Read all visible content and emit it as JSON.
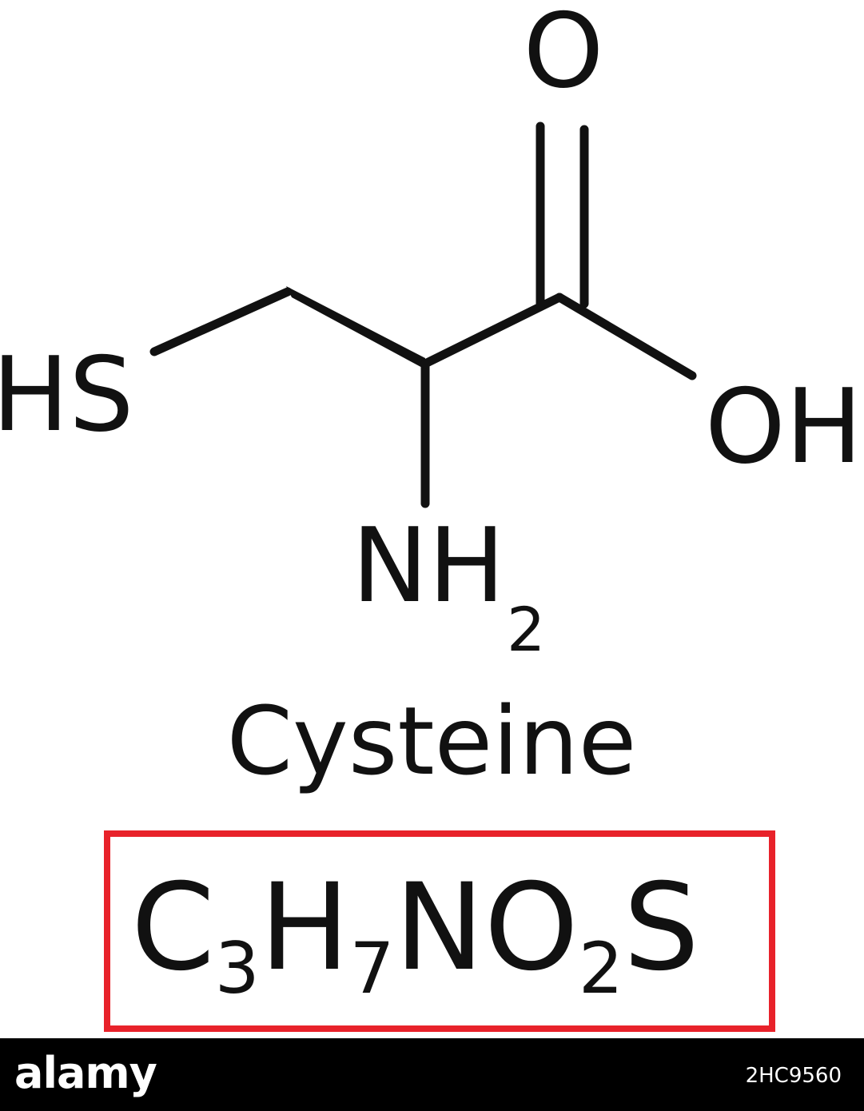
{
  "molecule": {
    "atoms": {
      "oxygen_top": "O",
      "hs_label": "HS",
      "oh_label": "OH",
      "amine_n": "NH",
      "amine_sub": "2"
    },
    "name": "Cysteine",
    "formula": {
      "c": "C",
      "c_sub": "3",
      "h": "H",
      "h_sub": "7",
      "n": "N",
      "o": "O",
      "o_sub": "2",
      "s": "S"
    },
    "box_color": "#e8222a",
    "ink_color": "#111111"
  },
  "footer": {
    "brand": "alamy",
    "image_id": "2HC9560"
  }
}
